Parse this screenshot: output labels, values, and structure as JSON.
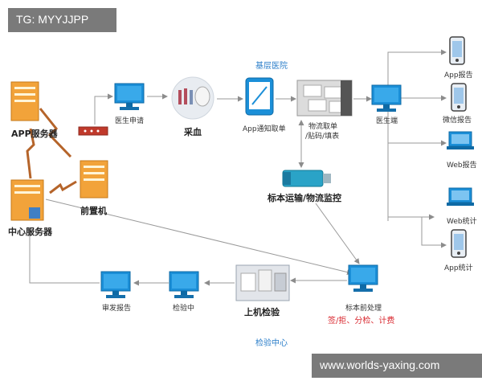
{
  "watermarks": {
    "top_left": "TG: MYYJJPP",
    "bottom_right": "www.worlds-yaxing.com"
  },
  "sections": {
    "primary_hospital": "基层医院",
    "testing_center": "检验中心"
  },
  "nodes": {
    "app_server": "APP服务器",
    "front_machine": "前置机",
    "central_server": "中心服务器",
    "doctor_request": "医生申请",
    "blood_collection": "采血",
    "app_notify": "App通知取单",
    "logistics_pickup_line1": "物流取单",
    "logistics_pickup_line2": "/贴码/填表",
    "doctor_side": "医生端",
    "transport_monitor": "标本运输/物流监控",
    "sample_preprocess": "标本前处理",
    "preprocess_steps": "签/拒、分检、计费",
    "machine_test": "上机检验",
    "testing": "检验中",
    "report_review": "审发报告",
    "app_report": "App报告",
    "wechat_report": "微信报告",
    "web_report": "Web报告",
    "web_stats": "Web统计",
    "app_stats": "App统计"
  },
  "colors": {
    "server_orange": "#f2a33a",
    "monitor_blue": "#1b8fd8",
    "connector_brown": "#b5642a",
    "line_gray": "#9a9a9a",
    "accent_red": "#d9282f",
    "accent_blue": "#2b7ec9"
  }
}
